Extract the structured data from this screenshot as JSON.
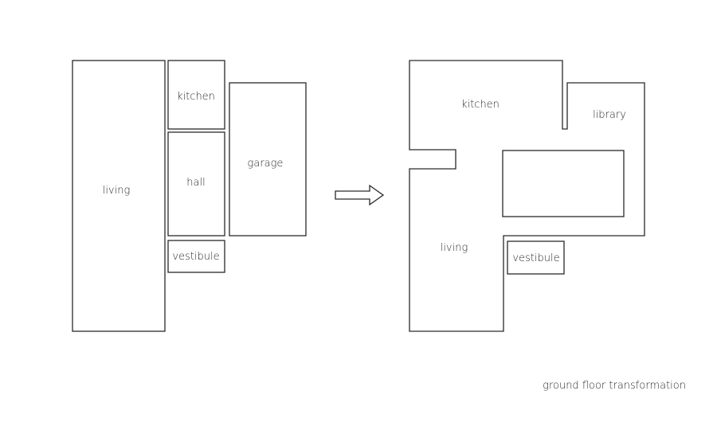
{
  "before": {
    "living": "living",
    "kitchen": "kitchen",
    "hall": "hall",
    "vestibule": "vestibule",
    "garage": "garage"
  },
  "after": {
    "kitchen": "kitchen",
    "library": "library",
    "living": "living",
    "vestibule": "vestibule"
  },
  "caption": "ground floor transformation"
}
